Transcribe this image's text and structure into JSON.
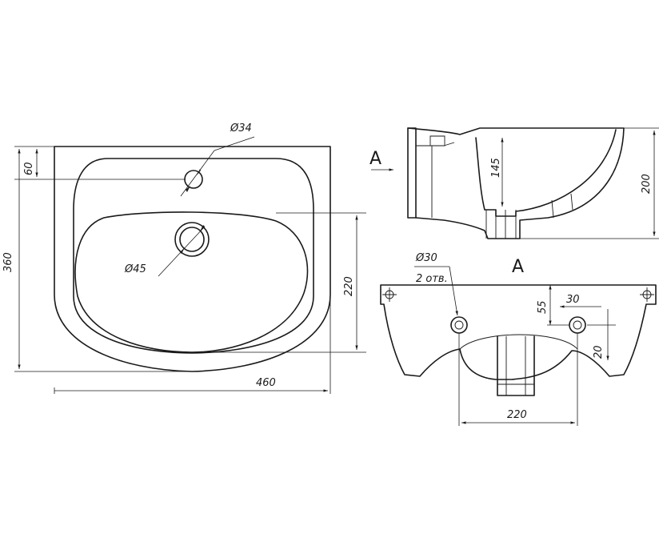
{
  "top_view": {
    "dim_width": "460",
    "dim_depth": "360",
    "dim_tap_offset": "60",
    "dim_bowl_depth": "220",
    "tap_hole_diameter": "Ø34",
    "drain_hole_diameter": "Ø45"
  },
  "section_view": {
    "view_marker": "A",
    "dim_height": "200",
    "dim_drain_height": "145"
  },
  "rear_view": {
    "view_title": "A",
    "mount_hole_diameter": "Ø30",
    "mount_hole_count": "2 отв.",
    "dim_hole_spacing": "220",
    "dim_hole_from_top": "55",
    "dim_hole_from_edge": "30",
    "dim_hole_vertical": "20"
  }
}
